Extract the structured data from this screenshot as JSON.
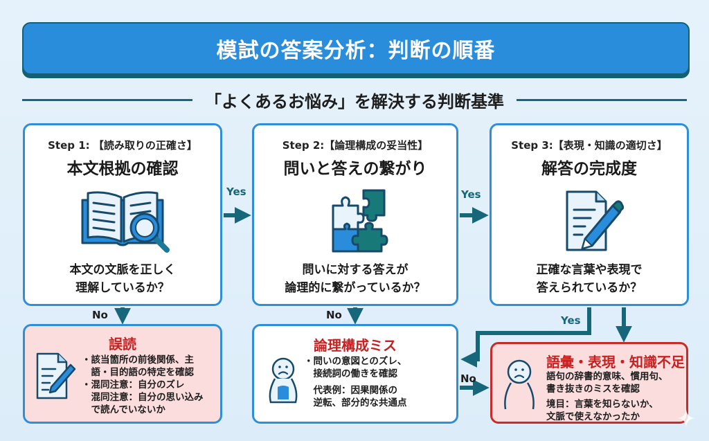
{
  "header": {
    "title": "模試の答案分析：判断の順番",
    "subtitle": "「よくあるお悩み」を解決する判断基準"
  },
  "steps": [
    {
      "label": "Step 1: 【読み取りの正確さ】",
      "title": "本文根拠の確認",
      "icon": "book-magnifier-icon",
      "question_lines": [
        "本文の文脈を正しく",
        "理解しているか？"
      ]
    },
    {
      "label": "Step 2:【論理構成の妥当性】",
      "title": "問いと答えの繋がり",
      "icon": "puzzle-icon",
      "question_lines": [
        "問いに対する答えが",
        "論理的に繋がっているか？"
      ]
    },
    {
      "label": "Step 3:【表現・知識の適切さ】",
      "title": "解答の完成度",
      "icon": "document-pencil-icon",
      "question_lines": [
        "正確な言葉や表現で",
        "答えられているか？"
      ]
    }
  ],
  "results": [
    {
      "title": "誤読",
      "icon": "document-pencil-icon",
      "lines": [
        "・該当箇所の前後関係、主",
        "　語・目的語の特定を確認",
        "・混同注意：自分のズレ",
        "　混同注意：自分の思い込み",
        "　で読んでいないか"
      ]
    },
    {
      "title": "論理構成ミス",
      "icon": "sad-person-icon",
      "lines": [
        "・問いの意図とのズレ、",
        "　接続詞の働きを確認",
        "　代表例：因果関係の",
        "　逆転、部分的な共通点"
      ]
    },
    {
      "title": "語彙・表現・知識不足",
      "icon": "sad-person-icon",
      "lines": [
        "語句の辞書的意味、慣用句、",
        "書き抜きのミスを確認",
        "境目：言葉を知らないか、",
        "文脈で使えなかったか"
      ]
    }
  ],
  "connectors": {
    "yes1": "Yes",
    "yes2": "Yes",
    "yes3": "Yes",
    "no1": "No",
    "no2": "No",
    "no3": "No"
  },
  "colors": {
    "banner": "#2a8ddc",
    "teal": "#17677a",
    "step_border": "#2e8fd8",
    "error_red": "#c62020",
    "error_bg": "#fbdddd"
  }
}
